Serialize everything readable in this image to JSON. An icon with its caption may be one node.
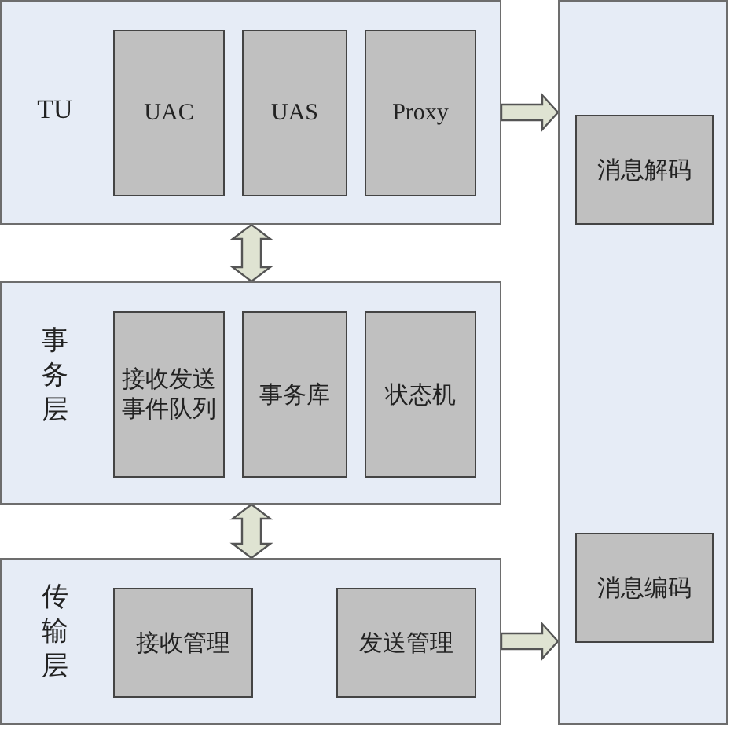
{
  "diagram": {
    "nodes": [
      {
        "text": [
          "TU"
        ]
      },
      {
        "text": [
          "UAC"
        ],
        "in": 0
      },
      {
        "text": [
          "UAS"
        ],
        "in": 0
      },
      {
        "text": [
          "Proxy"
        ],
        "in": 0
      },
      {
        "text": [
          "事务层"
        ]
      },
      {
        "text": [
          "接收发送事件队列"
        ],
        "in": 4
      },
      {
        "text": [
          "事务库"
        ],
        "in": 4
      },
      {
        "text": [
          "状态机"
        ],
        "in": 4
      },
      {
        "text": [
          "传输层"
        ]
      },
      {
        "text": [
          "接收管理"
        ],
        "in": 8
      },
      {
        "text": [
          "发送管理"
        ],
        "in": 8
      },
      {
        "text": [],
        "shape": "box"
      },
      {
        "text": [
          "消息解码"
        ],
        "in": 11
      },
      {
        "text": [
          "消息编码"
        ],
        "in": 11
      }
    ],
    "edges": [
      {
        "from": 0,
        "to": 11,
        "arrow": "to"
      },
      {
        "from": 0,
        "to": 4,
        "arrow": "both"
      },
      {
        "from": 4,
        "to": 8,
        "arrow": "both"
      },
      {
        "from": 8,
        "to": 11,
        "arrow": "to"
      }
    ]
  }
}
